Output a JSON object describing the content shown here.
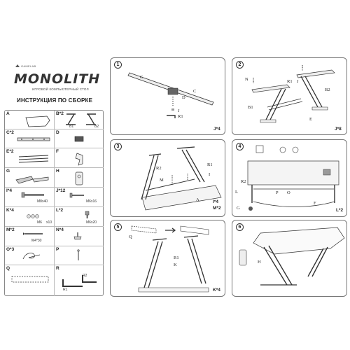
{
  "header": {
    "brand_small": "GAMELAB",
    "logo": "MONOLITH",
    "tagline": "ИГРОВОЙ КОМПЬЮТЕРНЫЙ СТОЛ",
    "title": "ИНСТРУКЦИЯ ПО СБОРКЕ"
  },
  "parts": [
    {
      "id": "A",
      "label": "A"
    },
    {
      "id": "B",
      "label": "B*2",
      "sub1": "B1",
      "sub2": "B2"
    },
    {
      "id": "C",
      "label": "C*2"
    },
    {
      "id": "D",
      "label": "D"
    },
    {
      "id": "E",
      "label": "E*2"
    },
    {
      "id": "F",
      "label": "F"
    },
    {
      "id": "G",
      "label": "G"
    },
    {
      "id": "H",
      "label": "H"
    },
    {
      "id": "I",
      "label": "I*4",
      "sub1": "M8x40"
    },
    {
      "id": "J",
      "label": "J*12",
      "sub1": "M6x16"
    },
    {
      "id": "K",
      "label": "K*4",
      "sub1": "M6",
      "sub2": "x10"
    },
    {
      "id": "L",
      "label": "L*2",
      "sub1": "M6x20"
    },
    {
      "id": "M",
      "label": "M*2",
      "sub1": "M4*30"
    },
    {
      "id": "N",
      "label": "N*4"
    },
    {
      "id": "O",
      "label": "O*3"
    },
    {
      "id": "P",
      "label": "P"
    },
    {
      "id": "Q",
      "label": "Q"
    },
    {
      "id": "R",
      "label": "R",
      "sub1": "R1",
      "sub2": "R2"
    }
  ],
  "steps": [
    {
      "num": "1",
      "labels": {
        "c1": "C",
        "c2": "C",
        "d": "D",
        "j": "J",
        "r1": "R1"
      },
      "qty": "J*4"
    },
    {
      "num": "2",
      "labels": {
        "n": "N",
        "r1": "R1",
        "j": "J",
        "b2": "B2",
        "b1": "B1",
        "e": "E"
      },
      "qty": "J*8"
    },
    {
      "num": "3",
      "labels": {
        "r2": "R2",
        "m": "M",
        "r1": "R1",
        "i": "I",
        "a": "A"
      },
      "qty1": "I*4",
      "qty2": "M*2"
    },
    {
      "num": "4",
      "labels": {
        "r2": "R2",
        "l": "L",
        "p": "P",
        "o": "O",
        "f": "F",
        "g": "G"
      },
      "qty": "L*2"
    },
    {
      "num": "5",
      "labels": {
        "q": "Q",
        "r1": "R1",
        "k": "K"
      },
      "qty": "K*4"
    },
    {
      "num": "6",
      "labels": {
        "h": "H"
      }
    }
  ]
}
